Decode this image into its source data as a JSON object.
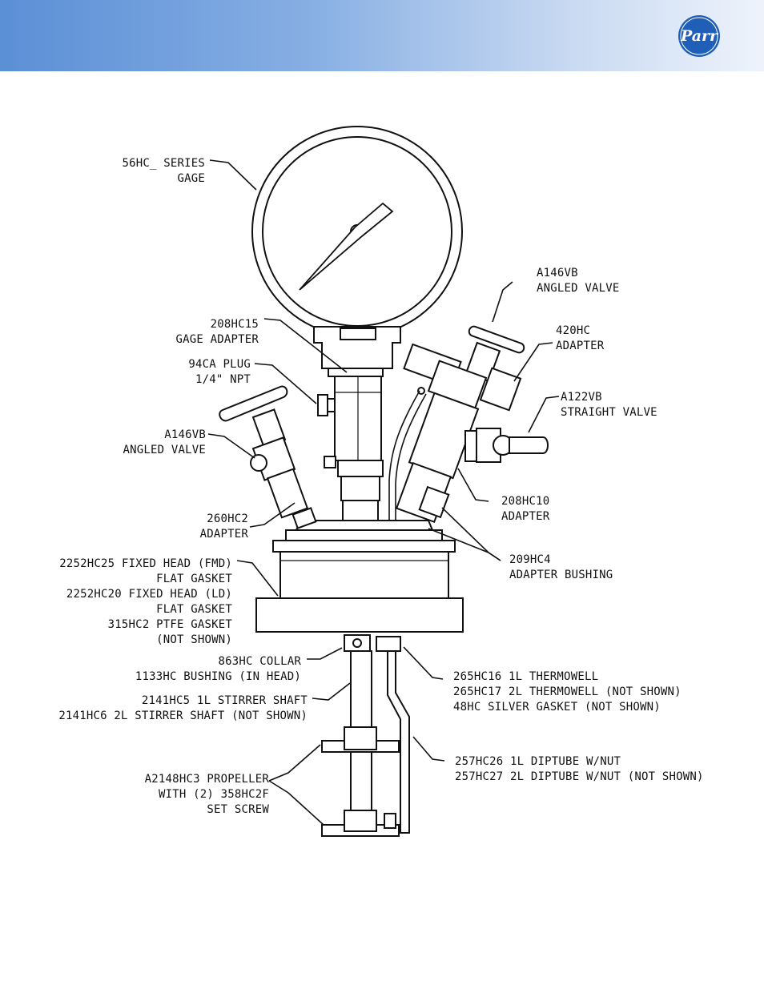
{
  "header": {
    "banner_colors": [
      "#5b8fd6",
      "#eef3fb"
    ],
    "logo_text": "Parr",
    "logo_color": "#1f5fb8"
  },
  "callouts": {
    "gage": [
      "56HC_ SERIES",
      "GAGE"
    ],
    "angled_valve_right": [
      "A146VB",
      "ANGLED VALVE"
    ],
    "gage_adapter": [
      "208HC15",
      "GAGE ADAPTER"
    ],
    "adapter_420": [
      "420HC",
      "ADAPTER"
    ],
    "plug": [
      "94CA PLUG",
      "1/4\" NPT"
    ],
    "straight_valve": [
      "A122VB",
      "STRAIGHT VALVE"
    ],
    "angled_valve_left": [
      "A146VB",
      "ANGLED VALVE"
    ],
    "adapter_208hc10": [
      "208HC10",
      "ADAPTER"
    ],
    "adapter_260hc2": [
      "260HC2",
      "ADAPTER"
    ],
    "adapter_bushing": [
      "209HC4",
      "ADAPTER BUSHING"
    ],
    "fixed_head": [
      "2252HC25 FIXED HEAD (FMD)",
      "FLAT GASKET",
      "2252HC20 FIXED HEAD (LD)",
      "FLAT GASKET",
      "315HC2 PTFE GASKET",
      "(NOT SHOWN)"
    ],
    "collar": [
      "863HC COLLAR",
      "1133HC BUSHING (IN HEAD)"
    ],
    "thermowell": [
      "265HC16 1L THERMOWELL",
      "265HC17 2L THERMOWELL (NOT SHOWN)",
      "48HC SILVER GASKET (NOT SHOWN)"
    ],
    "stirrer_shaft": [
      "2141HC5 1L STIRRER SHAFT",
      "2141HC6 2L STIRRER SHAFT (NOT SHOWN)"
    ],
    "diptube": [
      "257HC26 1L DIPTUBE W/NUT",
      "257HC27 2L DIPTUBE W/NUT (NOT SHOWN)"
    ],
    "propeller": [
      "A2148HC3 PROPELLER",
      "WITH (2) 358HC2F",
      "SET SCREW"
    ]
  }
}
